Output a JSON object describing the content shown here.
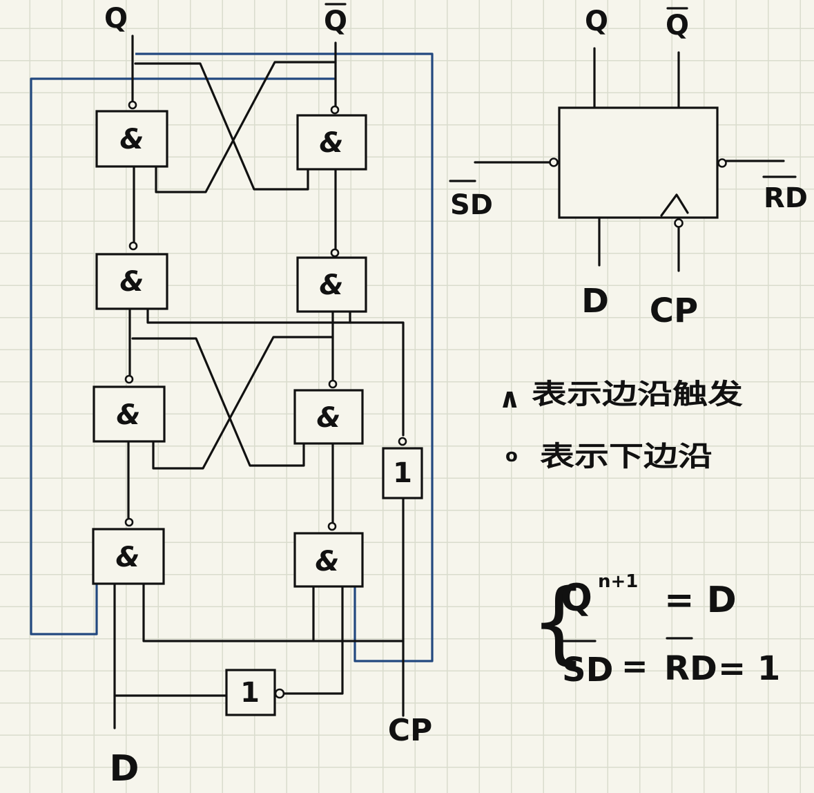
{
  "circuit": {
    "q_label": "Q",
    "qbar_label": "Q",
    "d_label": "D",
    "cp_label": "CP",
    "and_symbol": "&",
    "not_symbol": "1"
  },
  "block": {
    "q_label": "Q",
    "qbar_label": "Q",
    "sd_label": "SD",
    "rd_label": "RD",
    "d_label": "D",
    "cp_label": "CP"
  },
  "legend": {
    "edge_symbol": "∧",
    "edge_text": "表示边沿触发",
    "bubble_symbol": "o",
    "bubble_text": "表示下边沿"
  },
  "equations": {
    "q_symbol": "Q",
    "superscript": "n+1",
    "line1_rhs": "= D",
    "sd_symbol": "SD",
    "eq1": "=",
    "rd_symbol": "RD",
    "line2_rhs": "= 1"
  }
}
